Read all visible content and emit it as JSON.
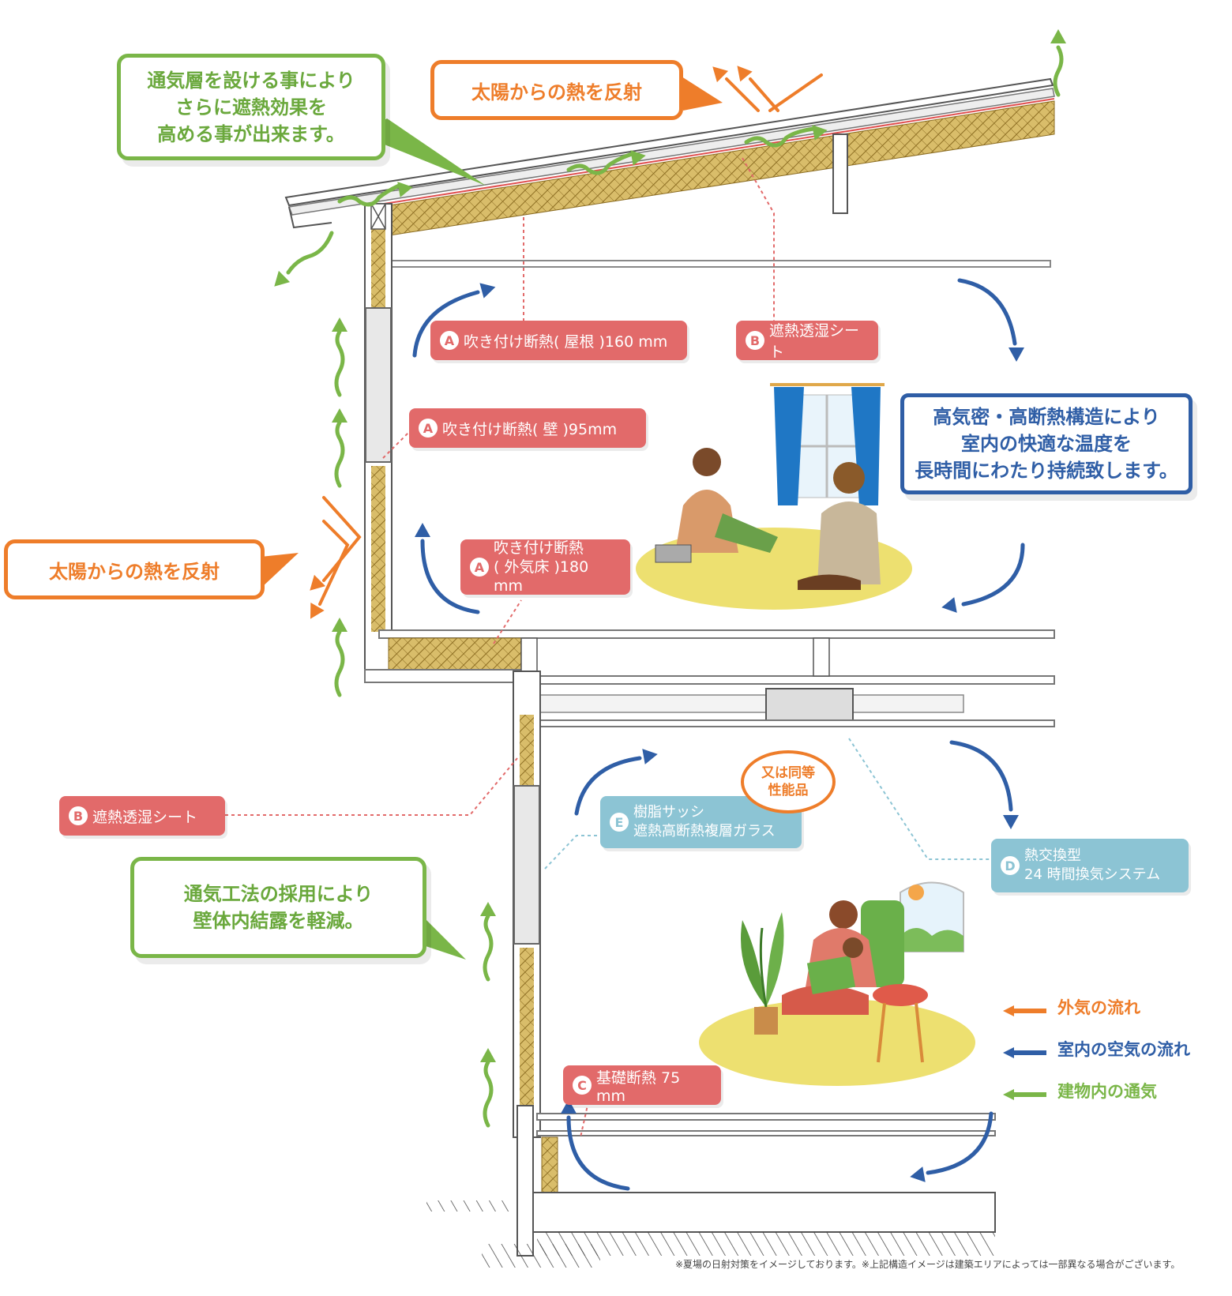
{
  "callouts": {
    "roof_vent": [
      "通気層を設ける事により",
      "さらに遮熱効果を",
      "高める事が出来ます。"
    ],
    "sun_reflect_roof": "太陽からの熱を反射",
    "sun_reflect_wall": "太陽からの熱を反射",
    "airtight": [
      "高気密・高断熱構造により",
      "室内の快適な温度を",
      "長時間にわたり持続致します。"
    ],
    "vent_method": [
      "通気工法の採用により",
      "壁体内結露を軽減。"
    ]
  },
  "labels": {
    "roof_insulation": {
      "badge": "A",
      "text": "吹き付け断熱( 屋根 )160 mm"
    },
    "heat_sheet_upper": {
      "badge": "B",
      "text": "遮熱透湿シート"
    },
    "wall_insulation": {
      "badge": "A",
      "text": "吹き付け断熱( 壁 )95mm"
    },
    "floor_insulation": {
      "badge": "A",
      "lines": [
        "吹き付け断熱",
        "( 外気床 )180 mm"
      ]
    },
    "heat_sheet_lower": {
      "badge": "B",
      "text": "遮熱透湿シート"
    },
    "sash": {
      "badge": "E",
      "lines": [
        "樹脂サッシ",
        "遮熱高断熱複層ガラス"
      ]
    },
    "equivalent": [
      "又は同等",
      "性能品"
    ],
    "ventilation": {
      "badge": "D",
      "lines": [
        "熱交換型",
        "24 時間換気システム"
      ]
    },
    "foundation": {
      "badge": "C",
      "text": "基礎断熱 75 mm"
    }
  },
  "legend": [
    {
      "label": "外気の流れ",
      "color": "#ee7d2a"
    },
    {
      "label": "室内の空気の流れ",
      "color": "#2f5ea6"
    },
    {
      "label": "建物内の通気",
      "color": "#7ab648"
    }
  ],
  "footnote": "※夏場の日射対策をイメージしております。※上記構造イメージは建築エリアによっては一部異なる場合がございます。",
  "colors": {
    "green": "#7ab648",
    "orange": "#ee7d2a",
    "blue": "#2f5ea6",
    "red": "#e26a6a",
    "teal": "#8cc4d4",
    "insulation": "#c8a84e"
  }
}
